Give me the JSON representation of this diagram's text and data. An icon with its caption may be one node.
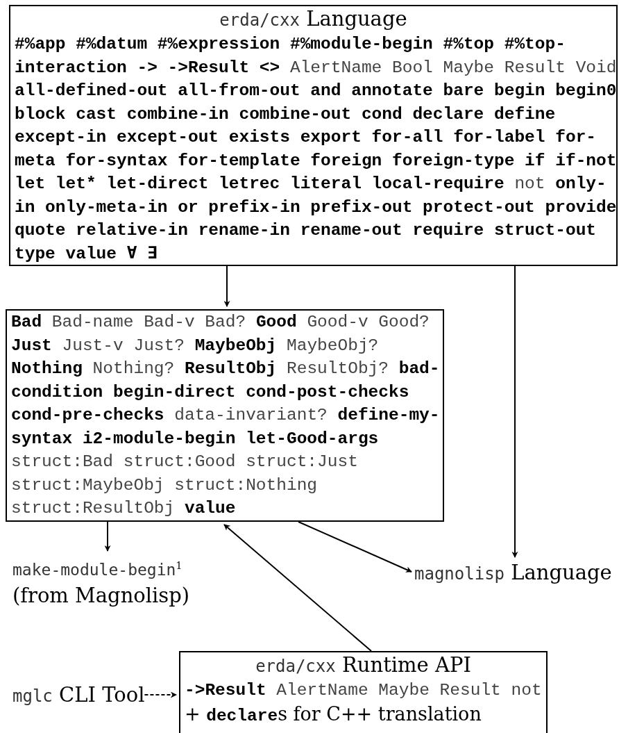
{
  "diagram": {
    "nodes": [
      {
        "text": [
          "erda/cxx Language",
          "**#%app #%datum #%expression #%module-begin #%top #%top-interaction -> ->Result <>** AlertName Bool Maybe Result Void **all-defined-out all-from-out and annotate bare begin begin0 block cast combine-in combine-out cond declare define except-in except-out exists export for-all for-label for-meta for-syntax for-template foreign foreign-type if if-not let let* let-direct letrec literal local-require** not **only-in only-meta-in or prefix-in prefix-out protect-out provide quote relative-in rename-in rename-out require struct-out type value ∀ ∃**"
        ]
      },
      {
        "text": [
          "**Bad** Bad-name Bad-v Bad? **Good** Good-v Good? **Just** Just-v Just? **MaybeObj** MaybeObj? **Nothing** Nothing? **ResultObj** ResultObj? **bad-condition begin-direct cond-post-checks cond-pre-checks** data-invariant? **define-my-syntax i2-module-begin let-Good-args** struct:Bad struct:Good struct:Just struct:MaybeObj struct:Nothing struct:ResultObj **value**"
        ]
      },
      {
        "text": [
          "make-module-begin$^{1}$",
          "(from Magnolisp)"
        ]
      },
      {
        "text": [
          "magnolisp Language"
        ]
      },
      {
        "text": [
          "mglc CLI Tool"
        ]
      },
      {
        "text": [
          "erda/cxx Runtime API",
          "**->Result** AlertName Maybe Result not",
          "+ **declare**s for C++ translation"
        ]
      }
    ],
    "edges": [
      {
        "from": 0,
        "to": 1,
        "arrow": "to"
      },
      {
        "from": 0,
        "to": 3,
        "arrow": "to"
      },
      {
        "from": 1,
        "to": 2,
        "arrow": "to"
      },
      {
        "from": 1,
        "to": 3,
        "arrow": "to"
      },
      {
        "from": 5,
        "to": 1,
        "arrow": "to"
      },
      {
        "from": 4,
        "to": 5,
        "arrow": "to",
        "style": "dashed"
      }
    ]
  }
}
